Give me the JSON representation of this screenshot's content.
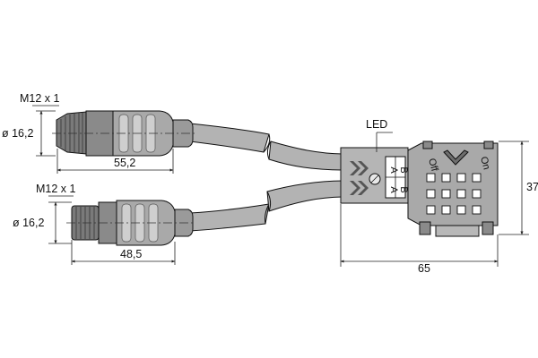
{
  "connectors": [
    {
      "thread_label": "M12 x 1",
      "diameter_label": "ø 16,2",
      "length_label": "55,2"
    },
    {
      "thread_label": "M12 x 1",
      "diameter_label": "ø 16,2",
      "length_label": "48,5"
    }
  ],
  "module": {
    "led_label": "LED",
    "width_label": "65",
    "height_label": "37",
    "channel_labels": [
      "A",
      "B",
      "A",
      "B"
    ],
    "switch_off_label": "Off",
    "switch_on_label": "On"
  },
  "colors": {
    "body": "#a9a9a9",
    "dark": "#6e6e6e",
    "outline": "#111111",
    "light": "#cfcfcf"
  }
}
